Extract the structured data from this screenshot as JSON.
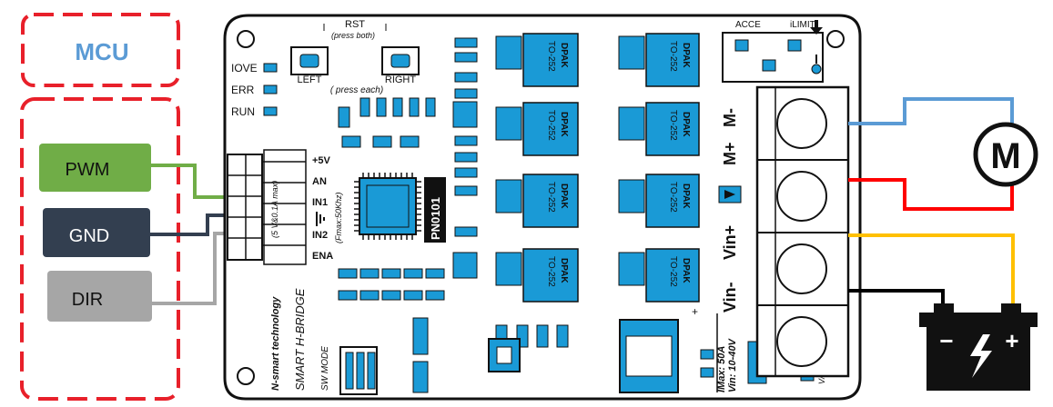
{
  "mcu": {
    "title": "MCU",
    "signals": [
      "PWM",
      "GND",
      "DIR"
    ]
  },
  "colors": {
    "mcu_border": "#e8202a",
    "mcu_title": "#5b9bd5",
    "pwm_box": "#70ad47",
    "gnd_box": "#333f50",
    "dir_box": "#a6a6a6",
    "motor_wire": "#5b9bd5",
    "red_wire": "#ff0000",
    "yellow_wire": "#ffc000",
    "black_wire": "#000000",
    "chip_blue": "#1a9ad6",
    "board_outline": "#111111"
  },
  "board": {
    "rst": "RST",
    "rst_sub": "(press  both)",
    "left": "LEFT",
    "right": "RIGHT",
    "press_each": "( press each)",
    "acce": "ACCE",
    "ilimit": "iLIMIT",
    "status_leds": [
      "IOVE",
      "ERR",
      "RUN"
    ],
    "pins": [
      "+5V",
      "AN",
      "IN1",
      "IN2",
      "ENA"
    ],
    "rating_note": "(5 V&0.1A max)",
    "fmax": "(Fmax:50Khz)",
    "chip_id": "PN0101",
    "mosfet_line1": "DPAK",
    "mosfet_line2": "TO-252",
    "terminal_labels": [
      "M-",
      "M+",
      "Vin+",
      "Vin-"
    ],
    "brand": "N-smart technology",
    "product": "SMART H-BRIDGE",
    "sw_mode": "SW MODE",
    "plus": "+",
    "spec1": "IMax: 50A",
    "spec2": "Vin: 10-40V",
    "vr": "V/R"
  },
  "motor": {
    "symbol": "M"
  },
  "battery": {
    "minus": "−",
    "plus": "+"
  }
}
